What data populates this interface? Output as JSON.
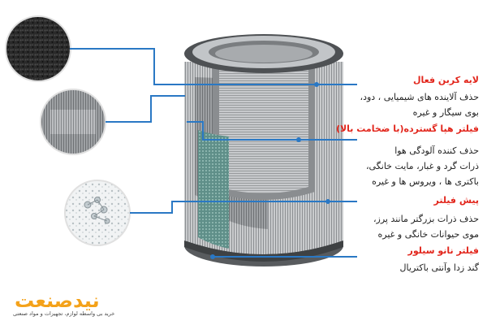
{
  "layers": [
    {
      "title": "لایه کربن فعال",
      "lines": [
        "حذف آلاینده های شیمیایی ، دود،",
        "بوی سیگار و غیره"
      ]
    },
    {
      "title": "فیلتر هپا گسترده(با ضخامت بالا)",
      "lines": [
        "حذف کننده آلودگی هوا",
        "ذرات گرد و غبار، مایت خانگی،",
        "باکتری ها ، ویروس ها و غیره"
      ]
    },
    {
      "title": "پیش فیلتر",
      "lines": [
        "حذف ذرات بزرگتر مانند پرز،",
        "موی حیوانات خانگی و غیره"
      ]
    },
    {
      "title": "فیلتر نانو سیلور",
      "lines": [
        "گند زدا وآنتی باکتریال"
      ]
    }
  ],
  "brand": {
    "name": "نیدصنعت",
    "tagline": "خرید بی واسطه لوازم، تجهیزات و مواد صنعتی"
  },
  "colors": {
    "accent": "#e2261c",
    "leader_line": "#2a78c4",
    "brand": "#f4a21a"
  }
}
